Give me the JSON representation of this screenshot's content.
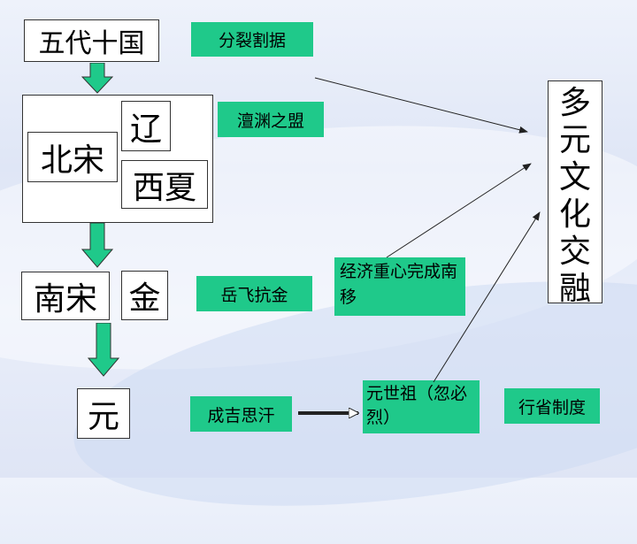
{
  "slide": {
    "wudai": "五代十国",
    "fenlie": "分裂割据",
    "beisong": "北宋",
    "liao": "辽",
    "xixia": "西夏",
    "chanyuan": "澶渊之盟",
    "nansong": "南宋",
    "jin": "金",
    "yuefei": "岳飞抗金",
    "jingji": "经济重心完成南移",
    "yuan": "元",
    "chengjisi": "成吉思汗",
    "yuanshizu": "元世祖（忽必烈）",
    "xingsheng": "行省制度",
    "duoyuan": "多元文化交融"
  },
  "colors": {
    "green": "#1fc98a",
    "arrow_fill": "#1fc98a"
  }
}
